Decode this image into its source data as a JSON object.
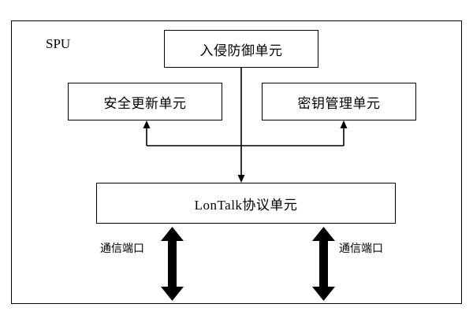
{
  "diagram": {
    "frame_label": "SPU",
    "boxes": [
      {
        "id": "intrusion",
        "label": "入侵防御单元"
      },
      {
        "id": "update",
        "label": "安全更新单元"
      },
      {
        "id": "key",
        "label": "密钥管理单元"
      },
      {
        "id": "lontalk",
        "label": "LonTalk协议单元"
      }
    ],
    "port_labels": [
      {
        "id": "left",
        "label": "通信端口"
      },
      {
        "id": "right",
        "label": "通信端口"
      }
    ],
    "colors": {
      "stroke": "#000000",
      "background": "#ffffff",
      "text": "#000000"
    }
  }
}
